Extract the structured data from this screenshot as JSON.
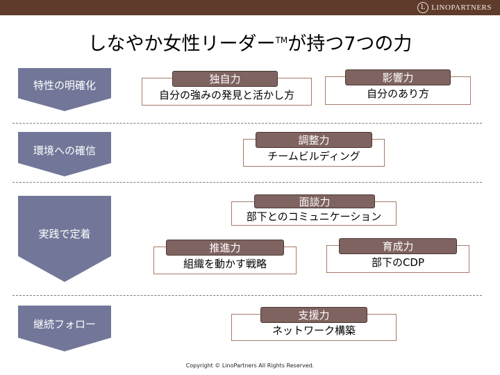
{
  "brand": {
    "mark": "L",
    "name": "LINOPARTNERS"
  },
  "title": {
    "main": "しなやか女性リーダー",
    "tm": "TM",
    "rest": "が持つ7つの力"
  },
  "rows": [
    {
      "label": "特性の明確化"
    },
    {
      "label": "環境への確信"
    },
    {
      "label": "実践で定着"
    },
    {
      "label": "継続フォロー"
    }
  ],
  "cards": {
    "dokuji": {
      "tab": "独自力",
      "body": "自分の強みの発見と活かし方"
    },
    "eikyou": {
      "tab": "影響力",
      "body": "自分のあり方"
    },
    "chousei": {
      "tab": "調整力",
      "body": "チームビルディング"
    },
    "mendan": {
      "tab": "面談力",
      "body": "部下とのコミュニケーション"
    },
    "suishin": {
      "tab": "推進力",
      "body": "組織を動かす戦略"
    },
    "ikusei": {
      "tab": "育成力",
      "body": "部下のCDP"
    },
    "shien": {
      "tab": "支援力",
      "body": "ネットワーク構築"
    }
  },
  "footer": "Copyright © LinoPartners All Rights Reserved."
}
